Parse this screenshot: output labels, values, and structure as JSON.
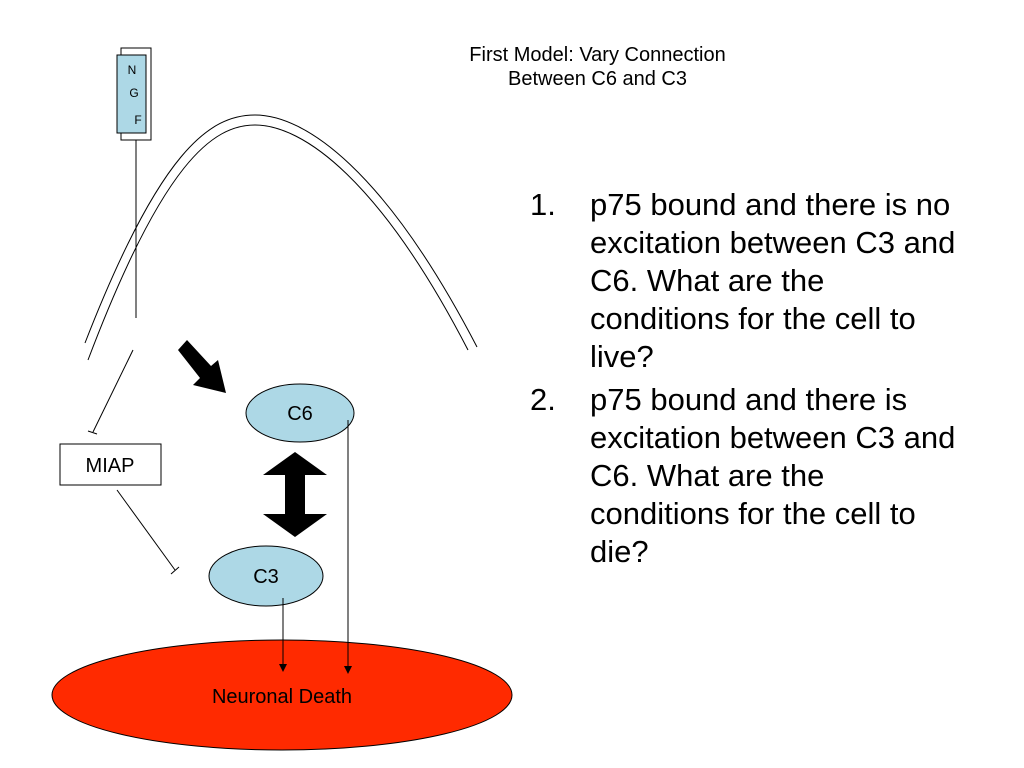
{
  "title": {
    "line1": "First Model: Vary Connection",
    "line2": "Between C6 and C3"
  },
  "diagram": {
    "ngf_letters": [
      "N",
      "G",
      "F"
    ],
    "miap_label": "MIAP",
    "c6_label": "C6",
    "c3_label": "C3",
    "death_label": "Neuronal Death",
    "colors": {
      "node_fill": "#add8e6",
      "death_fill": "#ff2a00",
      "ngf_fill": "#add8e6",
      "line": "#000000"
    }
  },
  "questions": [
    {
      "number": "1.",
      "text": "p75  bound and there is no excitation between C3 and C6. What are the conditions for the cell to live?"
    },
    {
      "number": "2.",
      "text": "p75 bound and there is excitation between C3 and C6.  What are the conditions for the cell to die?"
    }
  ]
}
